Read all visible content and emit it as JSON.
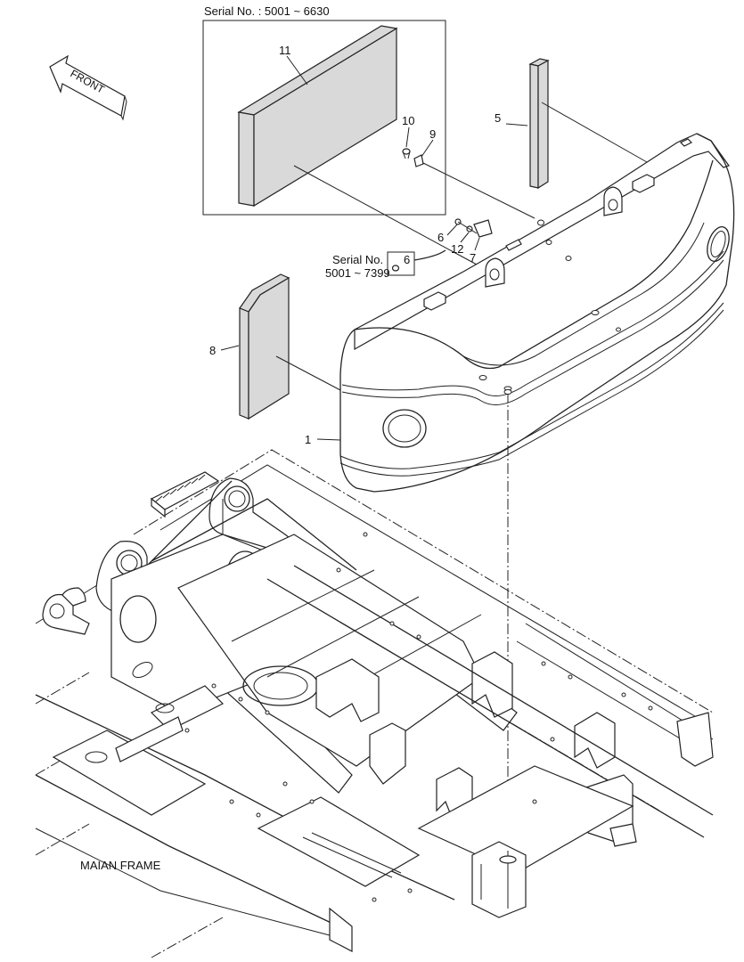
{
  "serial_range_1": "Serial No. : 5001 ~ 6630",
  "serial_box_2": {
    "line1": "Serial No.",
    "line2": "5001 ~ 7399",
    "part": "6"
  },
  "front_arrow": "FRONT",
  "frame_label": "MAIAN FRAME",
  "callouts": {
    "p1": "1",
    "p5": "5",
    "p6": "6",
    "p7": "7",
    "p8": "8",
    "p9": "9",
    "p10": "10",
    "p11": "11",
    "p12": "12"
  }
}
